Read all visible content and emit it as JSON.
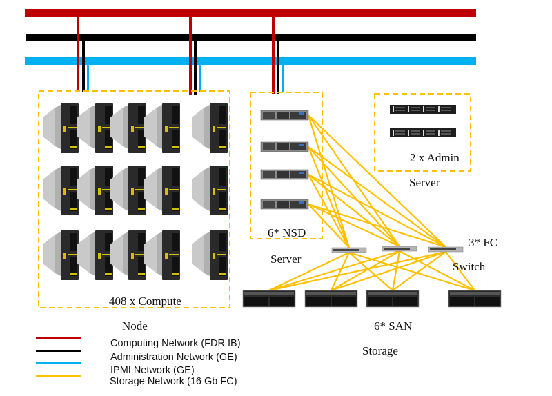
{
  "diagram": {
    "title": "",
    "colors": {
      "computing": "#c00000",
      "administration": "#000000",
      "ipmi": "#00b0f0",
      "storage": "#ffc000",
      "group_border": "#ffc000",
      "text": "#111111"
    },
    "buses": [
      {
        "id": "computing",
        "name": "Computing Network (FDR IB)"
      },
      {
        "id": "administration",
        "name": "Administration Network (GE)"
      },
      {
        "id": "ipmi",
        "name": "IPMI Network (GE)"
      }
    ],
    "groups": {
      "compute": {
        "label": "408 x Compute",
        "sublabel": "Node",
        "icon": "blade-server-icon",
        "count_shown": 15
      },
      "nsd": {
        "label": "6* NSD",
        "sublabel": "Server",
        "icon": "rack-server-icon",
        "count_shown": 4
      },
      "admin": {
        "label": "2 x Admin",
        "sublabel": "Server",
        "icon": "rack-server-1u-icon",
        "count_shown": 2
      },
      "fc_switch": {
        "label": "3* FC",
        "sublabel": "Switch",
        "icon": "fc-switch-icon",
        "count_shown": 3
      },
      "san": {
        "label": "6* SAN",
        "sublabel": "Storage",
        "icon": "storage-array-icon",
        "count_shown": 4
      }
    },
    "legend": [
      {
        "color_key": "computing",
        "label": "Computing Network (FDR IB)"
      },
      {
        "color_key": "administration",
        "label": "Administration Network (GE)"
      },
      {
        "color_key": "ipmi",
        "label": "IPMI Network (GE)"
      },
      {
        "color_key": "storage",
        "label": "Storage Network (16 Gb FC)"
      }
    ],
    "links": {
      "nsd_to_switch": "all-to-all",
      "switch_to_san": "all-to-all"
    }
  }
}
